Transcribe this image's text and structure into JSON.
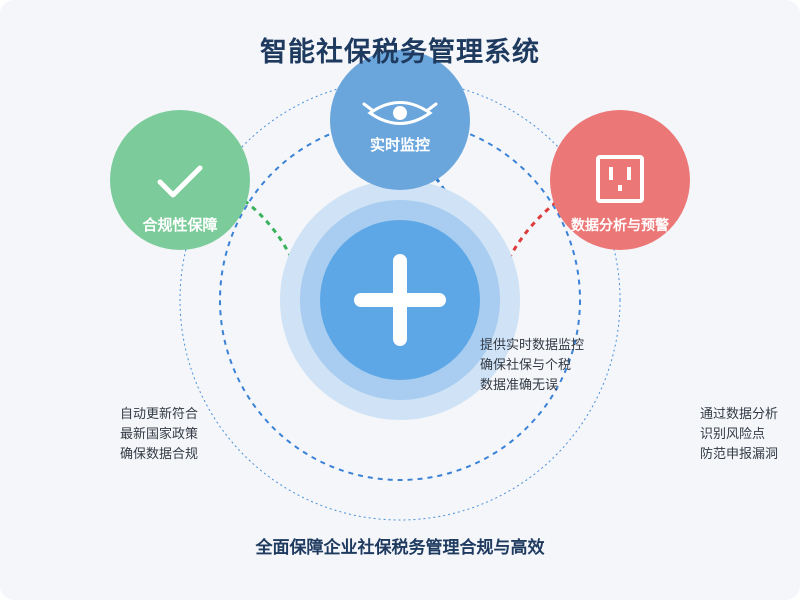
{
  "title": "智能社保税务管理系统",
  "nodes": {
    "compliance": {
      "label": "合规性保障",
      "icon": "checkmark-icon",
      "color": "#7ccb9a"
    },
    "monitor": {
      "label": "实时监控",
      "icon": "eye-icon",
      "color": "#6aa6dc"
    },
    "analysis": {
      "label": "数据分析与预警",
      "icon": "outlet-icon",
      "color": "#ec7777"
    },
    "center": {
      "icon": "plus-icon",
      "color": "#5ea7e6"
    }
  },
  "notes": {
    "center": [
      "提供实时数据监控",
      "确保社保与个税",
      "数据准确无误"
    ],
    "left": [
      "自动更新符合",
      "最新国家政策",
      "确保数据合规"
    ],
    "right": [
      "通过数据分析",
      "识别风险点",
      "防范申报漏洞"
    ]
  },
  "footer": "全面保障企业社保税务管理合规与高效"
}
